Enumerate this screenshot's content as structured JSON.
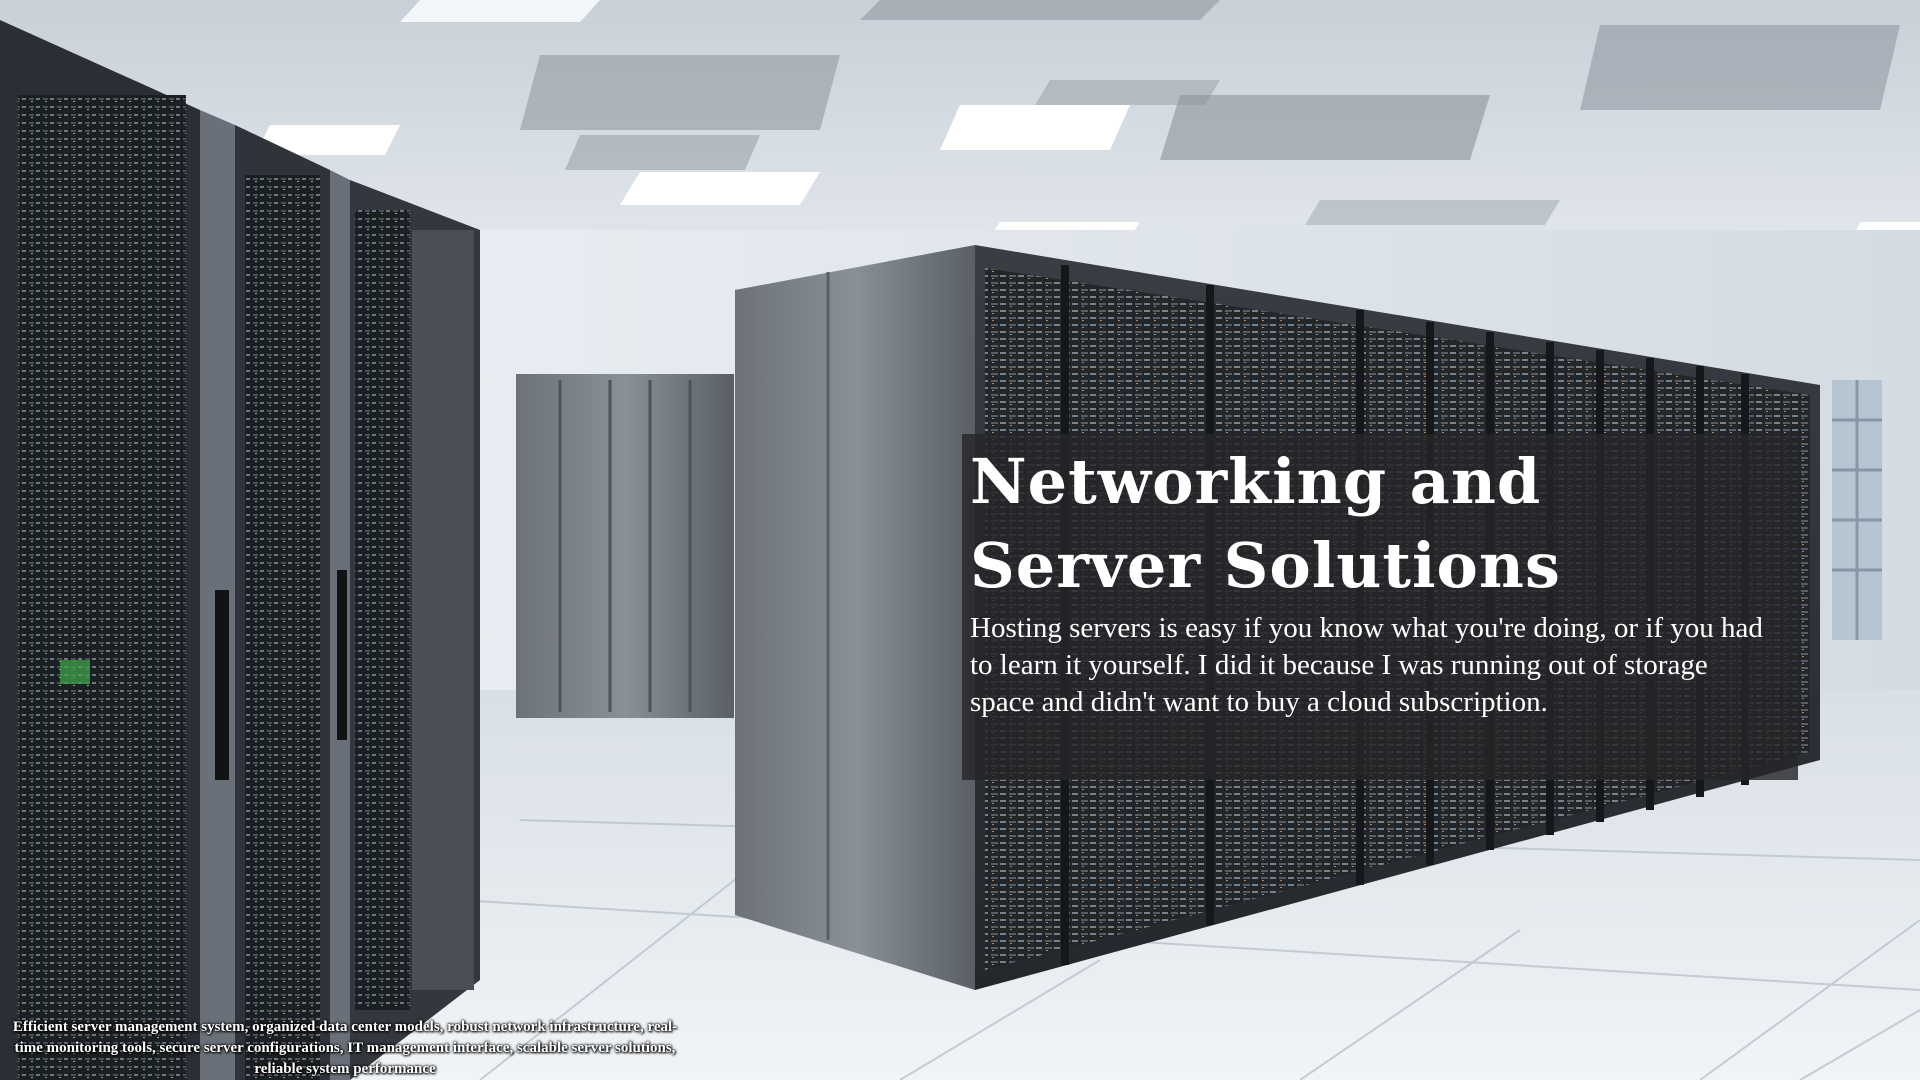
{
  "slide": {
    "heading": {
      "line1": "Networking and",
      "line2": "Server Solutions"
    },
    "body": "Hosting servers is easy if you know what you're doing, or if you had to learn it yourself. I did it because I was running out of storage space and didn't want to buy a cloud subscription.",
    "image_caption": "Efficient server management system, organized data center models, robust network infrastructure, real-time monitoring tools, secure server configurations, IT management interface, scalable server solutions, reliable system performance"
  },
  "colors": {
    "caption_box": "#262628",
    "text": "#ffffff",
    "ceiling": "#d6dde4",
    "floor": "#e3e8ee",
    "rack_dark": "#2a2e34"
  }
}
